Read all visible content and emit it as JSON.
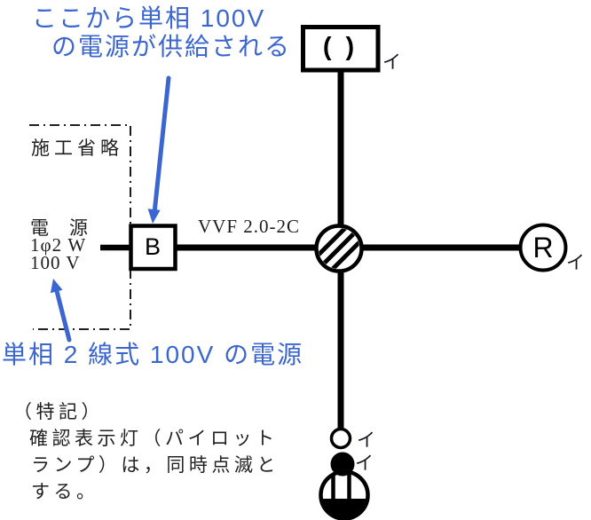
{
  "colors": {
    "accent": "#3B66D1",
    "line": "#000000"
  },
  "annotations": {
    "supply_note_line1": "ここから単相 100V",
    "supply_note_line2": "の電源が供給される",
    "source_note": "単相 2 線式 100V の電源"
  },
  "source": {
    "omission_label": "施工省略",
    "power_label": "電　源",
    "phase_label": "1φ2 W",
    "voltage_label": "100 V",
    "breaker_label": "B"
  },
  "wiring": {
    "cable_label": "VVF 2.0-2C"
  },
  "devices": {
    "ceiling_light_symbol": "( )",
    "ceiling_light_tag": "イ",
    "receptacle_label": "R",
    "receptacle_tag": "イ",
    "pilot_lamp_tag": "イ",
    "switch_tag": "イ"
  },
  "notes": {
    "heading": "（特記）",
    "line1": "確認表示灯（パイロット",
    "line2": "ランプ）は，同時点滅と",
    "line3": "する。"
  }
}
